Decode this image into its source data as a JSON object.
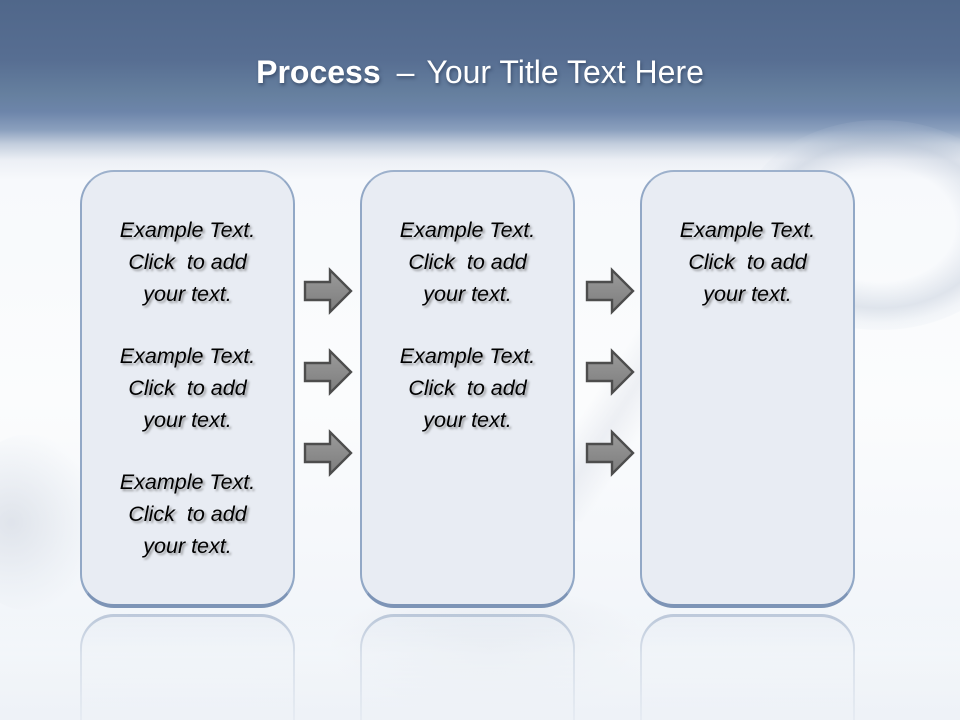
{
  "slide": {
    "title": {
      "bold": "Process",
      "separator": "–",
      "rest": "Your Title Text Here"
    },
    "boxes": [
      {
        "name": "step-1",
        "paragraphs": [
          "Example Text.\nClick  to add\nyour text.",
          "Example Text.\nClick  to add\nyour text.",
          "Example Text.\nClick  to add\nyour text."
        ]
      },
      {
        "name": "step-2",
        "paragraphs": [
          "Example Text.\nClick  to add\nyour text.",
          "Example Text.\nClick  to add\nyour text."
        ]
      },
      {
        "name": "step-3",
        "paragraphs": [
          "Example Text.\nClick  to add\nyour text."
        ]
      }
    ],
    "arrows": {
      "direction": "right",
      "between_step1_and_step2": 3,
      "between_step2_and_step3": 3
    },
    "colors": {
      "header_gradient_top": "#50678a",
      "header_gradient_bottom": "#6d85aa",
      "title_text": "#ffffff",
      "box_fill": "#e8ecf3",
      "box_border": "#92a8c6",
      "box_border_bottom": "#7d94b6",
      "arrow_fill_top": "#9b9b9b",
      "arrow_fill_bottom": "#7d7d7d",
      "arrow_border": "#4d4d4d",
      "body_text": "#000000"
    }
  }
}
